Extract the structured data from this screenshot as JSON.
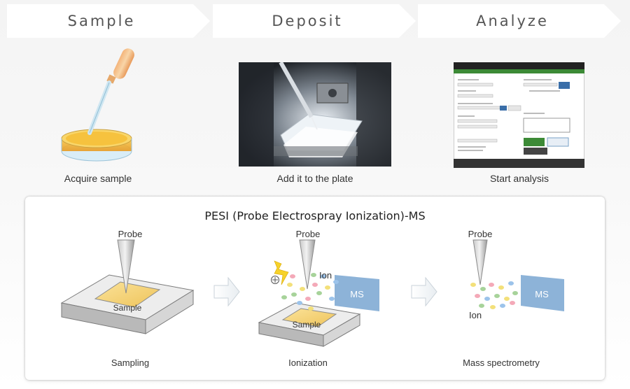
{
  "steps": [
    {
      "label": "Sample"
    },
    {
      "label": "Deposit"
    },
    {
      "label": "Analyze"
    }
  ],
  "captions": {
    "acquire": "Acquire sample",
    "add": "Add it to the plate",
    "start": "Start analysis"
  },
  "panel": {
    "title": "PESI (Probe Electrospray Ionization)-MS",
    "probe_label": "Probe",
    "sample_label": "Sample",
    "ion_label": "Ion",
    "ms_label": "MS",
    "stages": [
      "Sampling",
      "Ionization",
      "Mass spectrometry"
    ]
  },
  "colors": {
    "accent_green": "#3c8a36",
    "ms_blue": "#8db3d8",
    "sample_yellow": "#f2cf5a",
    "plate_gray": "#c9c9c9"
  },
  "icons": [
    "dropper-icon",
    "petri-dish-icon",
    "plus-charge-icon",
    "lightning-icon",
    "arrow-right-icon"
  ]
}
